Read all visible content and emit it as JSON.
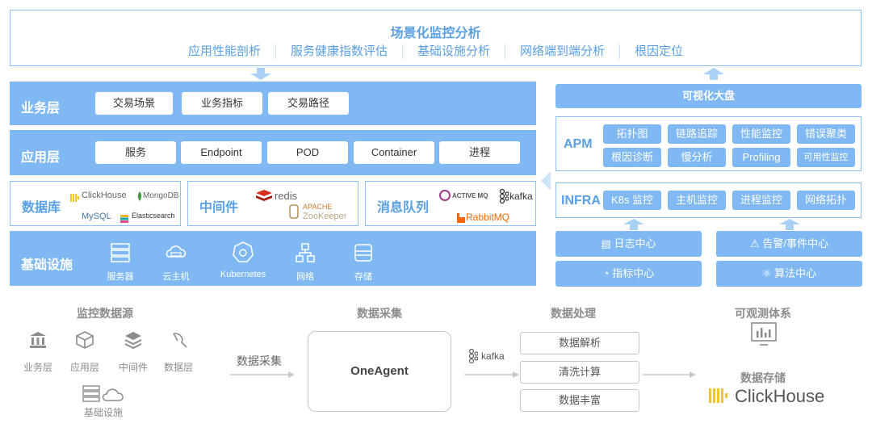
{
  "top": {
    "title": "场景化监控分析",
    "items": [
      "应用性能剖析",
      "服务健康指数评估",
      "基础设施分析",
      "网络端到端分析",
      "根因定位"
    ]
  },
  "layers": {
    "business": {
      "label": "业务层",
      "chips": [
        "交易场景",
        "业务指标",
        "交易路径"
      ]
    },
    "application": {
      "label": "应用层",
      "chips": [
        "服务",
        "Endpoint",
        "POD",
        "Container",
        "进程"
      ]
    },
    "database": {
      "label": "数据库",
      "logos": [
        "ClickHouse",
        "MongoDB",
        "MySQL",
        "Elasticsearch"
      ]
    },
    "middleware": {
      "label": "中间件",
      "logos": [
        "redis",
        "APACHE",
        "ZooKeeper"
      ]
    },
    "mq": {
      "label": "消息队列",
      "logos": [
        "ACTIVE MQ",
        "kafka",
        "RabbitMQ"
      ]
    },
    "infra": {
      "label": "基础设施",
      "items": [
        "服务器",
        "云主机",
        "Kubernetes",
        "网络",
        "存储"
      ]
    }
  },
  "right": {
    "dashboard": "可视化大盘",
    "apm": {
      "label": "APM",
      "chips": [
        "拓扑图",
        "链路追踪",
        "性能监控",
        "错误聚类",
        "根因诊断",
        "慢分析",
        "Profiling",
        "可用性监控"
      ]
    },
    "infra": {
      "label": "INFRA",
      "chips": [
        "K8s 监控",
        "主机监控",
        "进程监控",
        "网络拓扑"
      ]
    },
    "centers": [
      "日志中心",
      "告警/事件中心",
      "指标中心",
      "算法中心"
    ]
  },
  "bottom": {
    "sources": {
      "title": "监控数据源",
      "items": [
        "业务层",
        "应用层",
        "中间件",
        "数据层",
        "基础设施"
      ]
    },
    "collect": {
      "title": "数据采集",
      "arrow_label": "数据采集",
      "agent": "OneAgent"
    },
    "process": {
      "title": "数据处理",
      "kafka": "kafka",
      "steps": [
        "数据解析",
        "清洗计算",
        "数据丰富"
      ]
    },
    "observe": {
      "title": "可观测体系",
      "storage_title": "数据存储",
      "storage": "ClickHouse"
    }
  },
  "colors": {
    "accent": "#7fb8f2",
    "title": "#5aa0e4",
    "gray": "#8c8c8c"
  }
}
